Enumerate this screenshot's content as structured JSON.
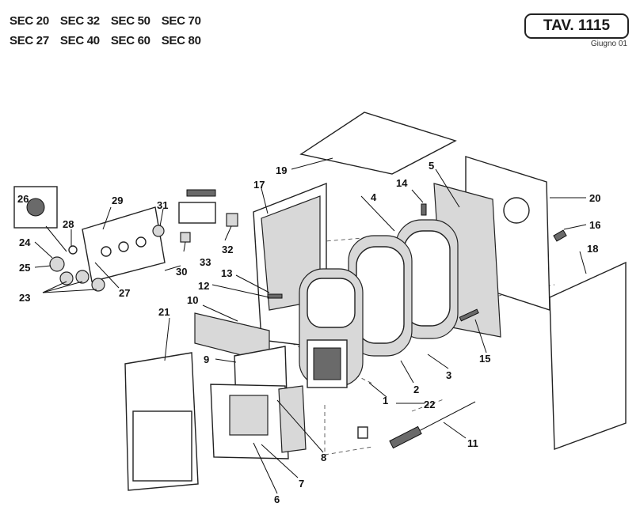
{
  "header": {
    "models": [
      "SEC 20",
      "SEC 32",
      "SEC 50",
      "SEC 70",
      "SEC 27",
      "SEC 40",
      "SEC 60",
      "SEC 80"
    ],
    "table_ref": "TAV. 1115",
    "date": "Giugno 01"
  },
  "callouts": [
    "1",
    "2",
    "3",
    "4",
    "5",
    "6",
    "7",
    "8",
    "9",
    "10",
    "11",
    "12",
    "13",
    "14",
    "15",
    "16",
    "17",
    "18",
    "19",
    "20",
    "21",
    "22",
    "23",
    "24",
    "25",
    "26",
    "27",
    "28",
    "29",
    "30",
    "31",
    "32",
    "33"
  ]
}
